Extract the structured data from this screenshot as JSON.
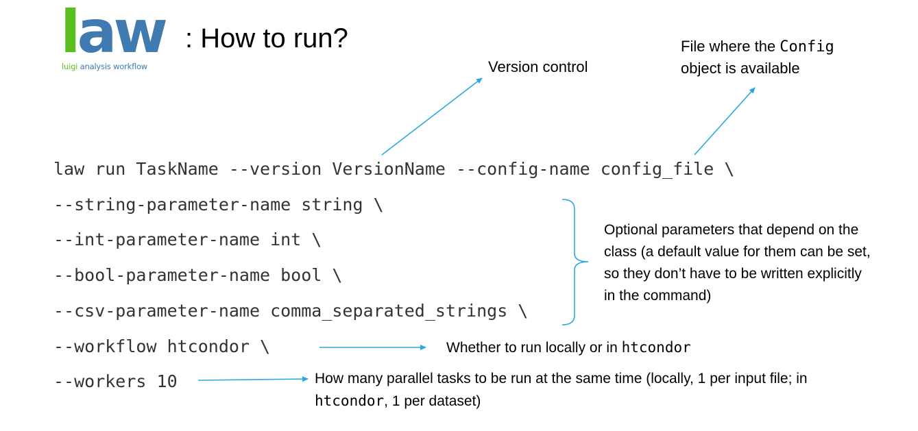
{
  "logo": {
    "word_l": "l",
    "word_rest": "aw",
    "tagline_a": "luigi",
    "tagline_b": "analysis workflow"
  },
  "title": ": How to run?",
  "code_lines": [
    "law run TaskName --version VersionName --config-name config_file \\",
    "--string-parameter-name string \\",
    "--int-parameter-name int \\",
    "--bool-parameter-name bool \\",
    "--csv-parameter-name comma_separated_strings \\",
    "--workflow htcondor \\",
    "--workers 10"
  ],
  "annotations": {
    "version": "Version control",
    "config_a": "File where the ",
    "config_code": "Config",
    "config_b": "object is available",
    "optional": [
      "Optional parameters that depend on the",
      "class (a default value for them can be set,",
      "so they don’t have to be written explicitly",
      "in the command)"
    ],
    "workflow_a": "Whether to run locally or in ",
    "workflow_code": "htcondor",
    "workers_a": "How many parallel tasks to be run at the same time (locally, 1 per input file; in",
    "workers_code": "htcondor",
    "workers_b": ", 1 per dataset)"
  },
  "colors": {
    "arrow": "#29a8e0",
    "logo_green": "#5bbf21",
    "logo_blue": "#3f7ab0",
    "code": "#333333"
  }
}
